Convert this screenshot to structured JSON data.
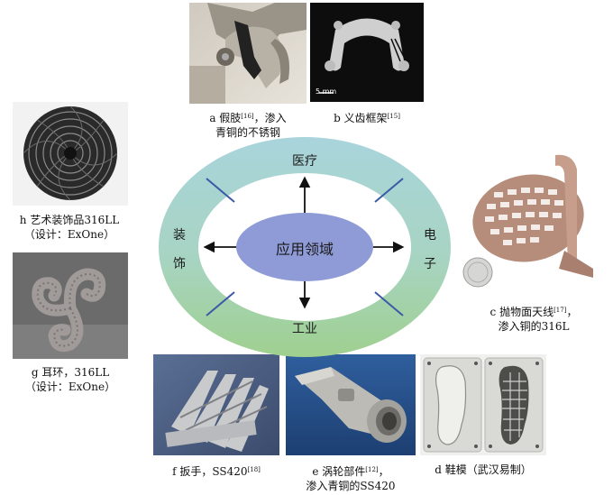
{
  "center": "应用领域",
  "sectors": {
    "top": "医疗",
    "right_1": "电",
    "right_2": "子",
    "bottom": "工业",
    "left_1": "装",
    "left_2": "饰"
  },
  "scale_bar": "5 mm",
  "captions": {
    "a": {
      "line1_pre": "a 假肢",
      "ref": "[16]",
      "line1_post": "，渗入",
      "line2": "青铜的不锈钢"
    },
    "b": {
      "pre": "b 义齿框架",
      "ref": "[15]"
    },
    "c": {
      "line1_pre": "c 抛物面天线",
      "ref": "[17]",
      "line1_post": "，",
      "line2": "渗入铜的316L"
    },
    "d": {
      "text": "d 鞋模（武汉易制）"
    },
    "e": {
      "line1_pre": "e 涡轮部件",
      "ref": "[12]",
      "line1_post": "，",
      "line2": "渗入青铜的SS420"
    },
    "f": {
      "pre": "f 扳手，SS420",
      "ref": "[18]"
    },
    "g": {
      "line1": "g 耳环，316LL",
      "line2": "（设计：ExOne）"
    },
    "h": {
      "line1": "h 艺术装饰品316LL",
      "line2": "（设计：ExOne）"
    }
  },
  "colors": {
    "ring_blue": "#a9d4dc",
    "ring_green": "#9fd08f",
    "center_fill": "#8f9bd6",
    "divider": "#3a5aa6"
  }
}
